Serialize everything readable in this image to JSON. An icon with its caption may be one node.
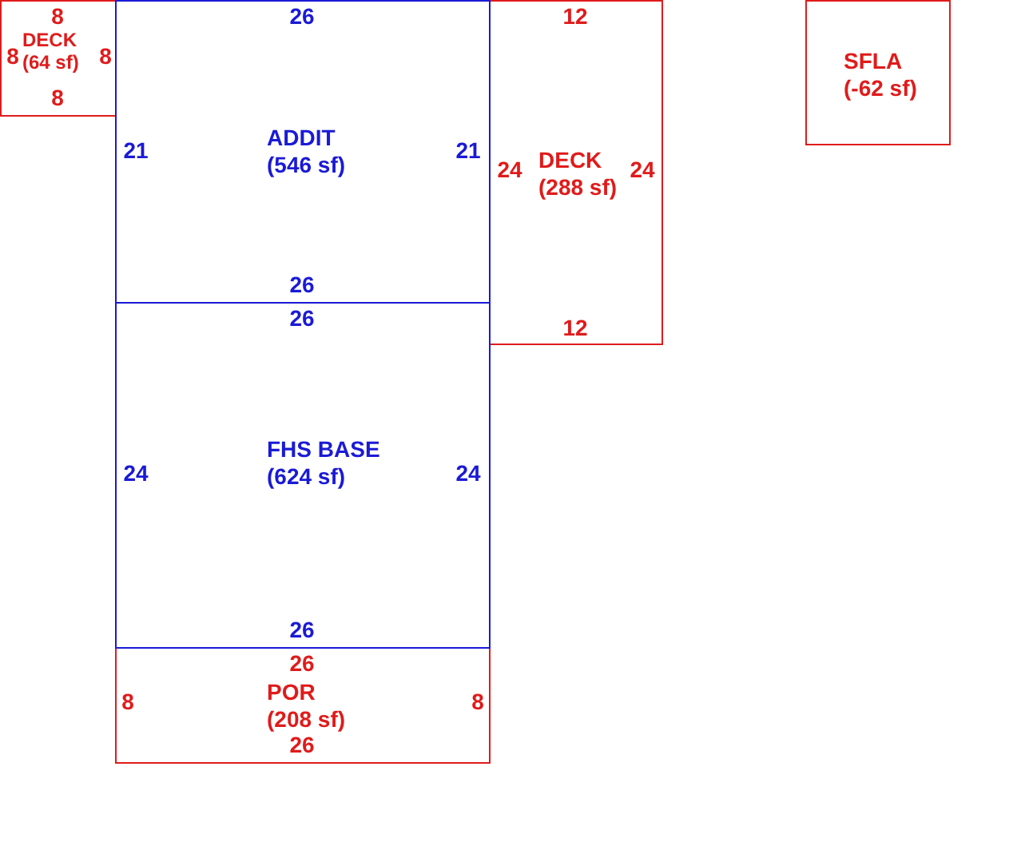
{
  "diagram": {
    "nodes": [
      {
        "text": [
          "8",
          "8",
          "DECK",
          "(64 sf)",
          "8",
          "8"
        ]
      },
      {
        "text": [
          "26",
          "21",
          "ADDIT",
          "(546 sf)",
          "21",
          "26"
        ]
      },
      {
        "text": [
          "12",
          "24",
          "DECK",
          "(288 sf)",
          "24",
          "12"
        ]
      },
      {
        "text": [
          "SFLA",
          "(-62 sf)"
        ]
      },
      {
        "text": [
          "26",
          "24",
          "FHS BASE",
          "(624 sf)",
          "24",
          "26"
        ]
      },
      {
        "text": [
          "26",
          "8",
          "POR",
          "(208 sf)",
          "8",
          "26"
        ]
      }
    ]
  }
}
